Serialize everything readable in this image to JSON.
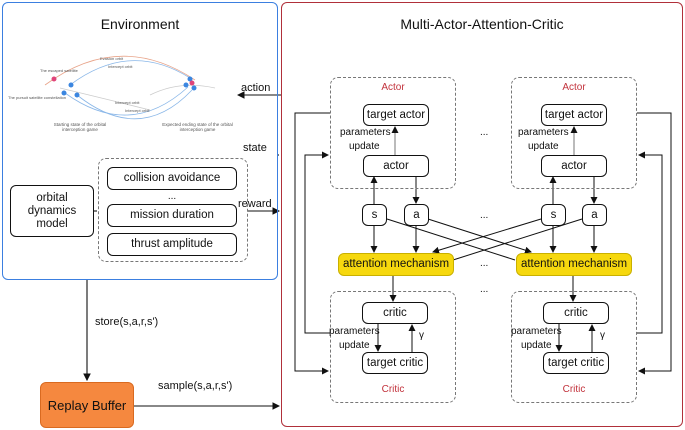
{
  "environment": {
    "title": "Environment",
    "illustration": {
      "labels": [
        "Evasion orbit",
        "Intercept orbit",
        "The escaped satellite",
        "The pursuit satellite constellation",
        "Intercept orbit",
        "Intercept orbit",
        "Starting state of the orbital interception game",
        "Expected ending state of the orbital interception game"
      ]
    },
    "model": "orbital dynamics model",
    "rewards": [
      "collision avoidance",
      "...",
      "mission duration",
      "thrust amplitude"
    ]
  },
  "arrows": {
    "action": "action",
    "state": "state",
    "reward": "reward",
    "store": "store(s,a,r,s')",
    "sample": "sample(s,a,r,s')"
  },
  "replay_buffer": "Replay Buffer",
  "maac": {
    "title": "Multi-Actor-Attention-Critic",
    "ellipsis": "...",
    "agents": [
      {
        "actor_label": "Actor",
        "target_actor": "target actor",
        "actor": "actor",
        "params": "parameters",
        "update": "update",
        "s": "s",
        "a": "a",
        "attention": "attention mechanism",
        "critic": "critic",
        "target_critic": "target critic",
        "gamma": "γ",
        "critic_label": "Critic"
      },
      {
        "actor_label": "Actor",
        "target_actor": "target actor",
        "actor": "actor",
        "params": "parameters",
        "update": "update",
        "s": "s",
        "a": "a",
        "attention": "attention mechanism",
        "critic": "critic",
        "target_critic": "target critic",
        "gamma": "γ",
        "critic_label": "Critic"
      }
    ]
  },
  "colors": {
    "environment_border": "#3b7fe0",
    "maac_border": "#b0303a",
    "replay_buffer": "#f5883f",
    "attention": "#f6d80e",
    "actor_critic_label": "#c2323c"
  }
}
